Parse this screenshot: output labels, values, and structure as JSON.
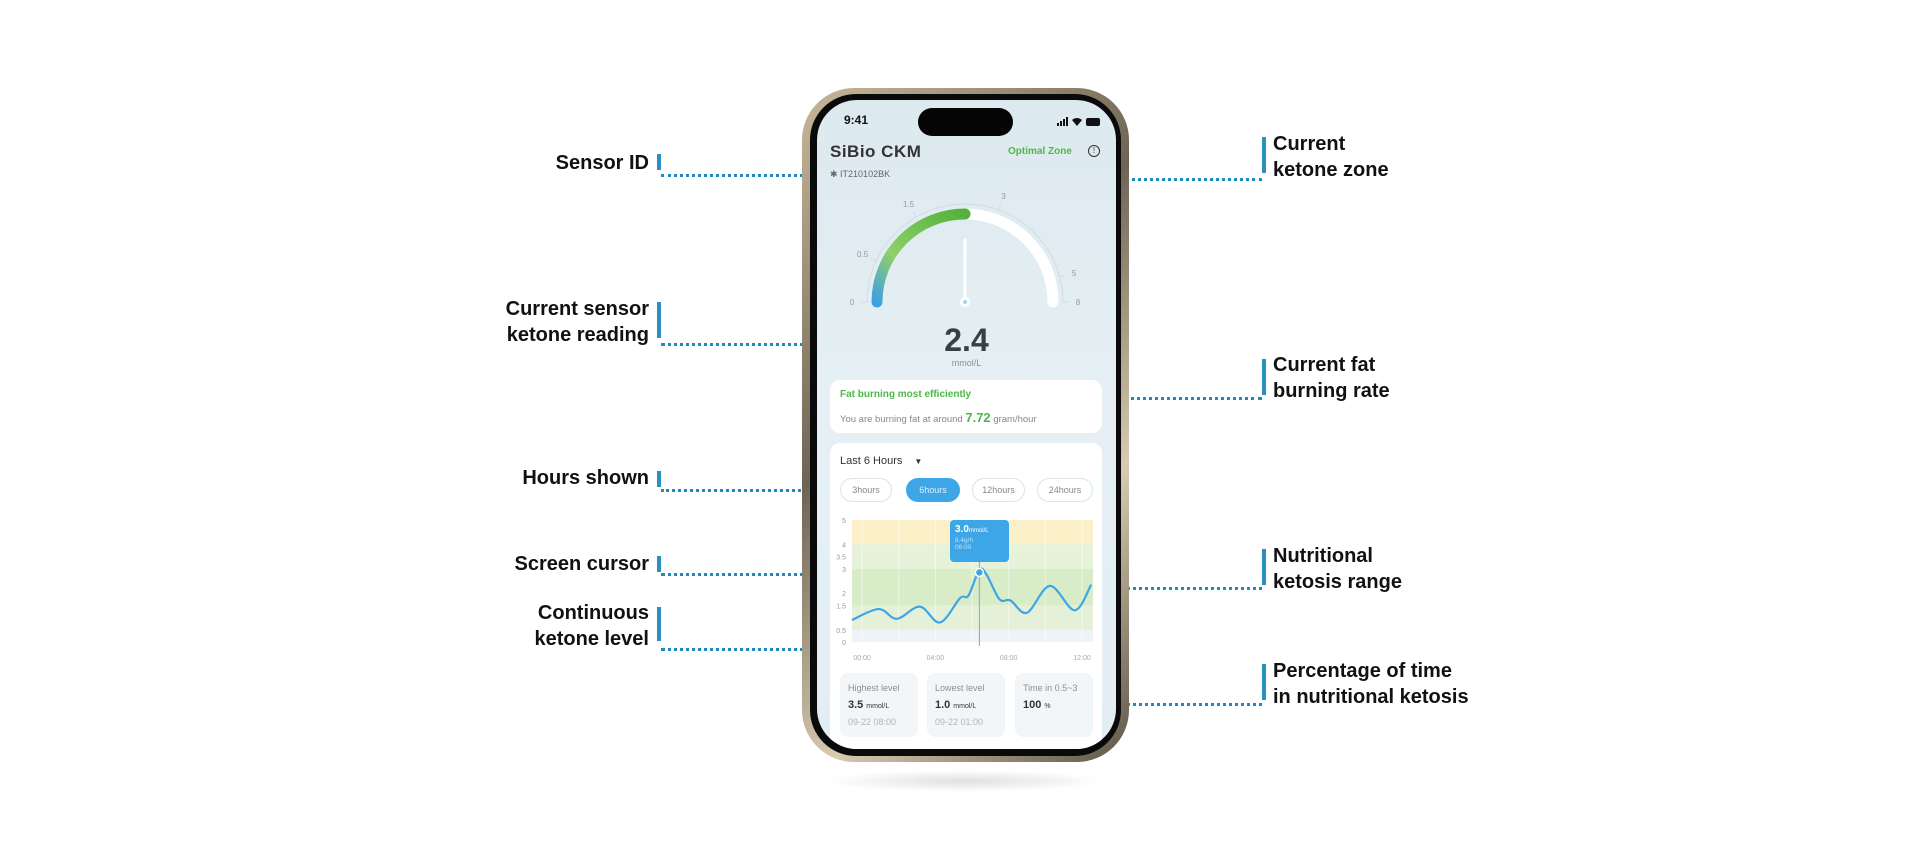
{
  "annotations": {
    "sensor_id": "Sensor ID",
    "current_reading": [
      "Current sensor",
      "ketone reading"
    ],
    "hours_shown": "Hours shown",
    "screen_cursor": "Screen cursor",
    "continuous_level": [
      "Continuous",
      "ketone level"
    ],
    "ketone_zone": [
      "Current",
      "ketone zone"
    ],
    "fat_rate": [
      "Current fat",
      "burning rate"
    ],
    "ketosis_range": [
      "Nutritional",
      "ketosis range"
    ],
    "percentage_time": [
      "Percentage of time",
      "in nutritional ketosis"
    ]
  },
  "status_bar": {
    "time": "9:41"
  },
  "app": {
    "title": "SiBio CKM",
    "zone": "Optimal Zone",
    "sensor_id": "IT210102BK"
  },
  "gauge": {
    "value": 2.4,
    "value_text": "2.4",
    "unit": "mmol/L",
    "ticks": [
      "0",
      "0.5",
      "1.5",
      "3",
      "5",
      "8"
    ],
    "tick_values": [
      0,
      0.5,
      1.5,
      3,
      5,
      8
    ]
  },
  "fat_card": {
    "title": "Fat burning most efficiently",
    "prefix": "You are burning fat at around",
    "rate": "7.72",
    "suffix": "gram/hour"
  },
  "range_select": {
    "label": "Last 6 Hours",
    "options": [
      "3hours",
      "6hours",
      "12hours",
      "24hours"
    ],
    "selected": "6hours"
  },
  "colors": {
    "accent": "#3ea6e6",
    "green": "#4cb944",
    "annotation": "#1f8ac0"
  },
  "chart_data": {
    "type": "line",
    "yticks": [
      "5",
      "4",
      "3.5",
      "3",
      "2",
      "1.5",
      "0.5",
      "0"
    ],
    "ytick_values": [
      5,
      4,
      3.5,
      3,
      2,
      1.5,
      0.5,
      0
    ],
    "xticks": [
      "00:00",
      "04:00",
      "08:00",
      "12:00"
    ],
    "xtick_values": [
      0,
      4,
      8,
      12
    ],
    "xlim": [
      -0.55,
      12.6
    ],
    "ylim": [
      0,
      5
    ],
    "bands": [
      {
        "from": 4,
        "to": 5,
        "color": "#fbf0c8"
      },
      {
        "from": 3,
        "to": 4,
        "color": "#e7f2da"
      },
      {
        "from": 1.5,
        "to": 3,
        "color": "#d9ecc8"
      },
      {
        "from": 0.5,
        "to": 1.5,
        "color": "#e4f1d8"
      },
      {
        "from": 0,
        "to": 0.5,
        "color": "#eef3f8"
      }
    ],
    "x": [
      -0.55,
      0.9,
      1.9,
      3.15,
      4.25,
      5.35,
      5.8,
      6.4,
      6.8,
      7.5,
      8.1,
      9.0,
      10.25,
      11.6,
      12.5
    ],
    "y": [
      0.9,
      1.35,
      0.95,
      1.45,
      0.8,
      1.8,
      1.9,
      2.95,
      2.75,
      1.75,
      1.7,
      1.2,
      2.3,
      1.3,
      2.35
    ],
    "cursor": {
      "x": 6.4,
      "y": 3.0,
      "value": "3.0",
      "unit": "mmol/L",
      "rate": "8.4g/h",
      "time": "06:00"
    }
  },
  "stats": [
    {
      "title": "Highest level",
      "value": "3.5",
      "unit": "mmol/L",
      "date": "09-22  08:00"
    },
    {
      "title": "Lowest level",
      "value": "1.0",
      "unit": "mmol/L",
      "date": "09-22  01:00"
    },
    {
      "title": "Time in 0.5~3",
      "value": "100",
      "unit": "%",
      "date": ""
    }
  ]
}
